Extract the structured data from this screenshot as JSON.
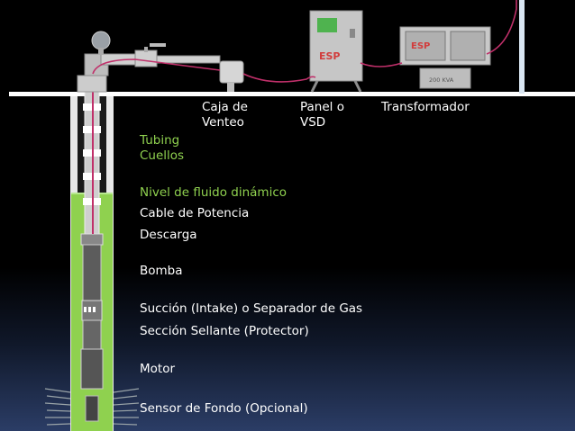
{
  "surface": {
    "caja_venteo": "Caja de\nVenteo",
    "panel_vsd": "Panel o\nVSD",
    "transformador": "Transformador",
    "transformer_plate": "200 KVA",
    "esp_logo": "ESP"
  },
  "components": {
    "tubing": "Tubing",
    "cuellos": "Cuellos",
    "nivel_fluido": "Nivel de fluido dinámico",
    "cable_potencia": "Cable de Potencia",
    "descarga": "Descarga",
    "bomba": "Bomba",
    "succion": "Succión (Intake) o Separador de Gas",
    "seccion_sellante": "Sección Sellante (Protector)",
    "motor": "Motor",
    "sensor": "Sensor de Fondo (Opcional)"
  },
  "colors": {
    "fluid": "#8fd14f",
    "cable": "#c0306a",
    "ground": "#ffffff",
    "highlight_label": "#8fd14f",
    "equipment": "#c8c8c8"
  }
}
